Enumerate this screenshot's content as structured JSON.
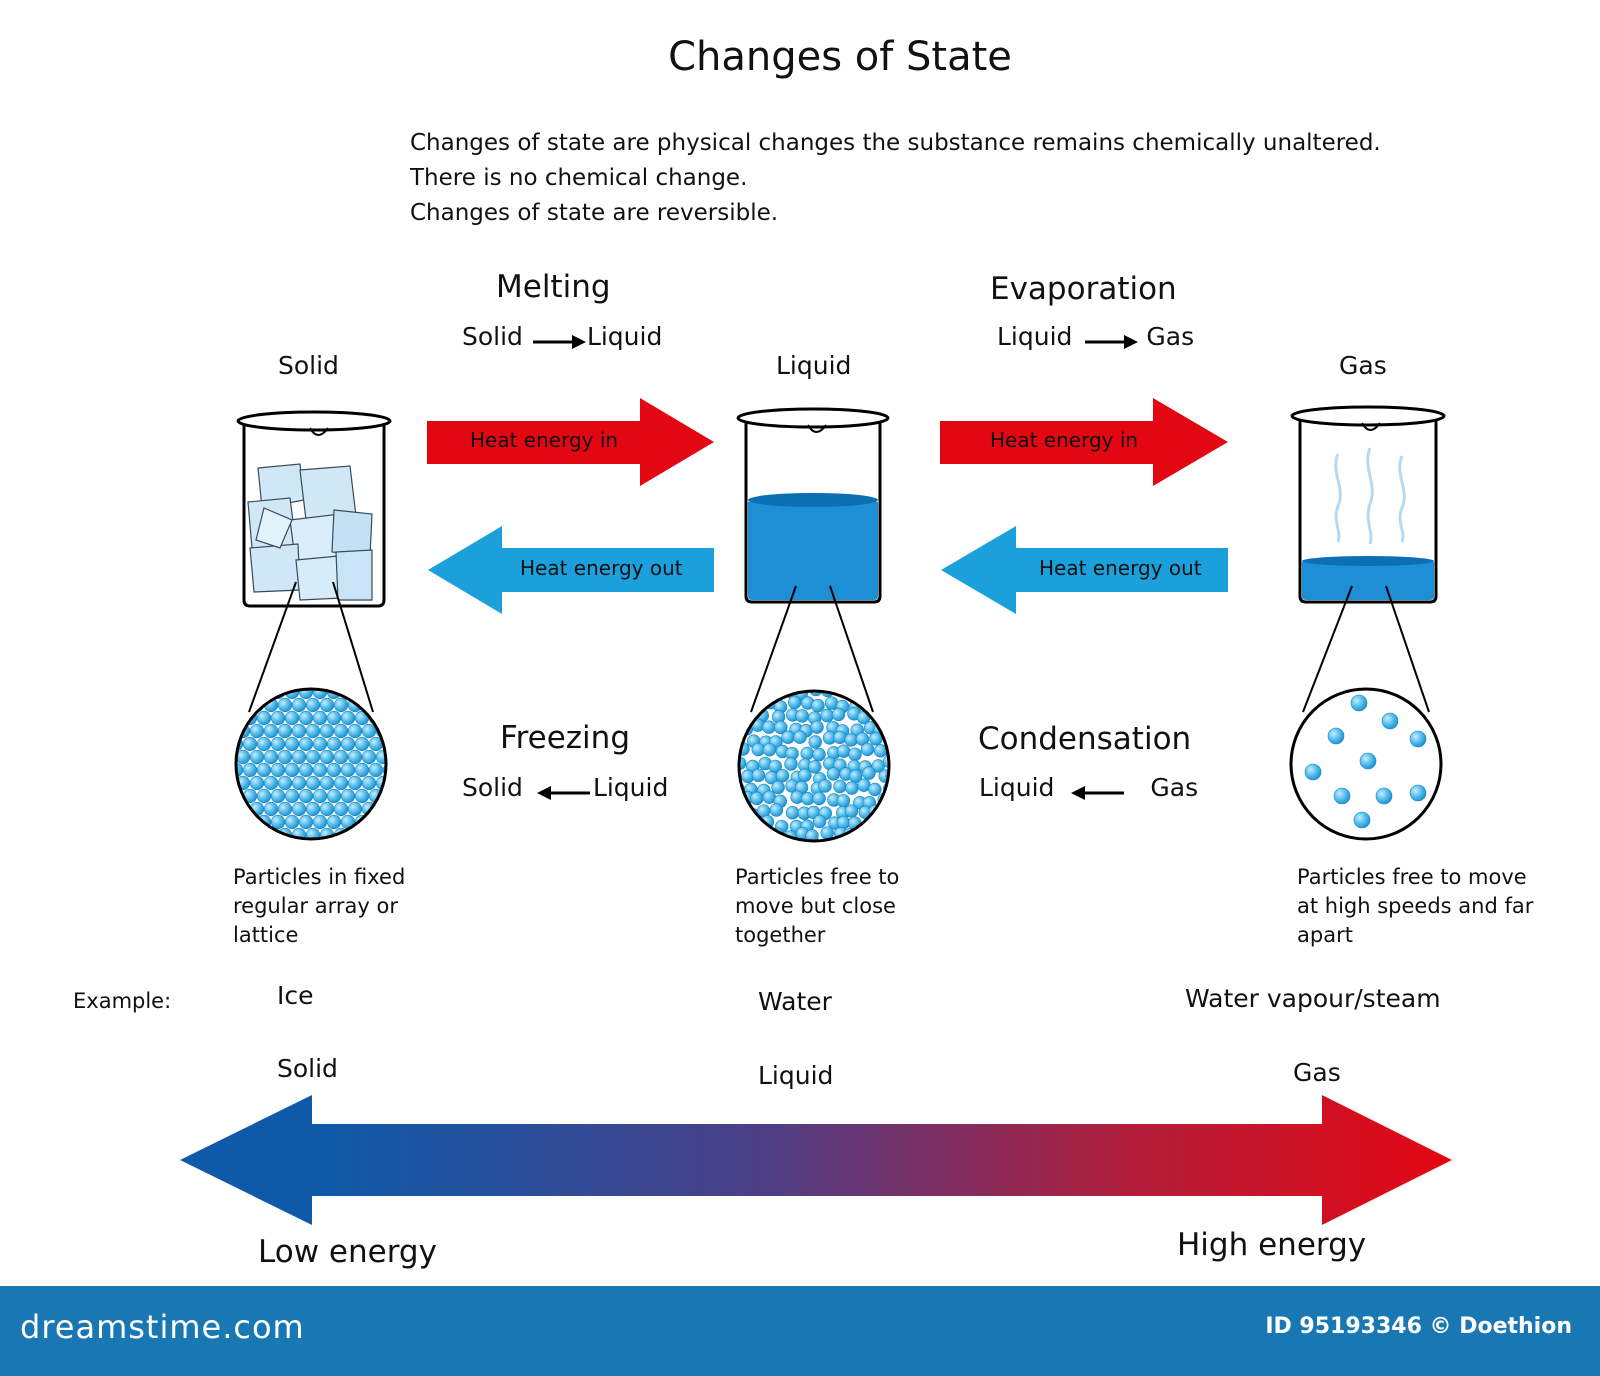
{
  "title": "Changes of State",
  "intro": [
    "Changes of state are physical changes the substance remains chemically unaltered.",
    "There is no chemical change.",
    "Changes of state are reversible."
  ],
  "states": {
    "solid": {
      "label": "Solid",
      "desc": [
        "Particles in fixed",
        "regular array or",
        "lattice"
      ],
      "example": "Ice",
      "scale": "Solid"
    },
    "liquid": {
      "label": "Liquid",
      "desc": [
        "Particles free to",
        "move but close",
        "together"
      ],
      "example": "Water",
      "scale": "Liquid"
    },
    "gas": {
      "label": "Gas",
      "desc": [
        "Particles free to move",
        "at high speeds and far",
        "apart"
      ],
      "example": "Water vapour/steam",
      "scale": "Gas"
    }
  },
  "processes": {
    "melting": {
      "name": "Melting",
      "from": "Solid",
      "to": "Liquid"
    },
    "evaporation": {
      "name": "Evaporation",
      "from": "Liquid",
      "to": "Gas"
    },
    "freezing": {
      "name": "Freezing",
      "left": "Solid",
      "right": "Liquid"
    },
    "condensation": {
      "name": "Condensation",
      "left": "Liquid",
      "right": "Gas"
    }
  },
  "arrows": {
    "heat_in": "Heat energy in",
    "heat_out": "Heat energy out"
  },
  "example_label": "Example:",
  "energy": {
    "low": "Low energy",
    "high": "High energy"
  },
  "colors": {
    "heat_in": "#e30613",
    "heat_out": "#1ba0dc",
    "water": "#1e8fd5",
    "low": "#0f5aa8",
    "high": "#e30613"
  },
  "footer": {
    "brand": "dreamstime.com",
    "credit": "ID 95193346 © Doethion"
  }
}
